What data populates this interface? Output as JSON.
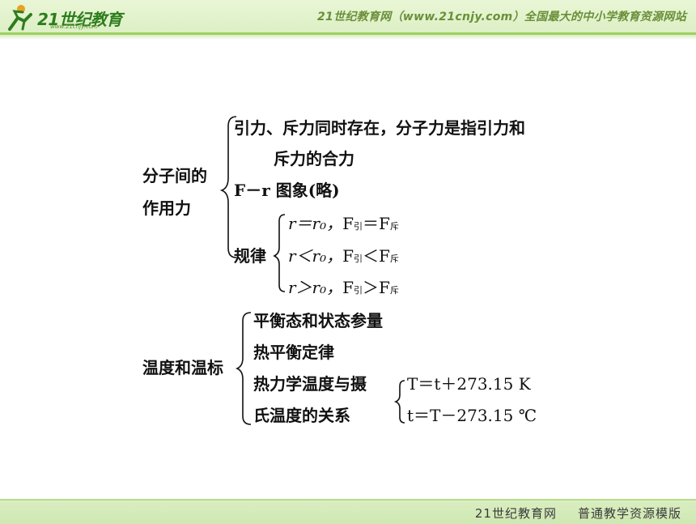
{
  "header": {
    "logo_text": "21世纪教育",
    "logo_url": "www.21cnjy.com",
    "site_text": "21世纪教育网（www.21cnjy.com）全国最大的中小学教育资源网站"
  },
  "section1": {
    "title_line1": "分子间的",
    "title_line2": "作用力",
    "item1_line1": "引力、斥力同时存在，分子力是指引力和",
    "item1_line2": "斥力的合力",
    "item2": "F－r 图象(略)",
    "rule_label": "规律",
    "rules": [
      {
        "lhs": "r＝r₀，",
        "F": "F",
        "sub1": "引",
        "op": "＝F",
        "sub2": "斥"
      },
      {
        "lhs": "r＜r₀，",
        "F": "F",
        "sub1": "引",
        "op": "＜F",
        "sub2": "斥"
      },
      {
        "lhs": "r＞r₀，",
        "F": "F",
        "sub1": "引",
        "op": "＞F",
        "sub2": "斥"
      }
    ]
  },
  "section2": {
    "title": "温度和温标",
    "item1": "平衡态和状态参量",
    "item2": "热平衡定律",
    "item3_line1": "热力学温度与摄",
    "item3_line2": "氏温度的关系",
    "formula1": "T＝t＋273.15 K",
    "formula2": "t＝T－273.15 ℃"
  },
  "footer": {
    "left": "21世纪教育网",
    "right": "普通教学资源模版"
  }
}
